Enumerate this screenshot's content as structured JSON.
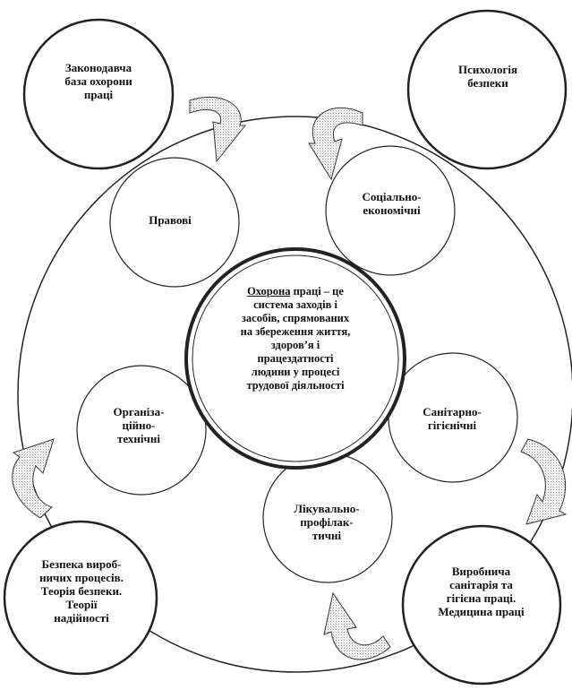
{
  "center": {
    "title": "Охорона",
    "lines": [
      "праці – це",
      "система заходів  і",
      "засобів,  спрямованих",
      "на збереження життя,",
      "здоров’я і",
      "працездатності",
      "людини у процесі",
      "трудової діяльності"
    ]
  },
  "inner_circles": {
    "legal": [
      "Правові"
    ],
    "socio_economic": [
      "Соціально-",
      "економічні"
    ],
    "sanitary": [
      "Санітарно-",
      "гігієнічні"
    ],
    "medical": [
      "Лікувально-",
      "профілак-",
      "тичні"
    ],
    "organizational": [
      "Організа-",
      "ційно-",
      "технічні"
    ]
  },
  "outer_circles": {
    "legislative": [
      "Законодавча",
      "база охорони",
      "праці"
    ],
    "psychology": [
      "Психологія",
      "безпеки"
    ],
    "production_safety": [
      "Безпека вироб-",
      "ничих процесів.",
      "Теорія  безпеки.",
      "Теорії",
      "надійності"
    ],
    "industrial_sanitation": [
      "Виробнича",
      "санітарія  та",
      "гігієна  праці.",
      "Медицина праці"
    ]
  }
}
